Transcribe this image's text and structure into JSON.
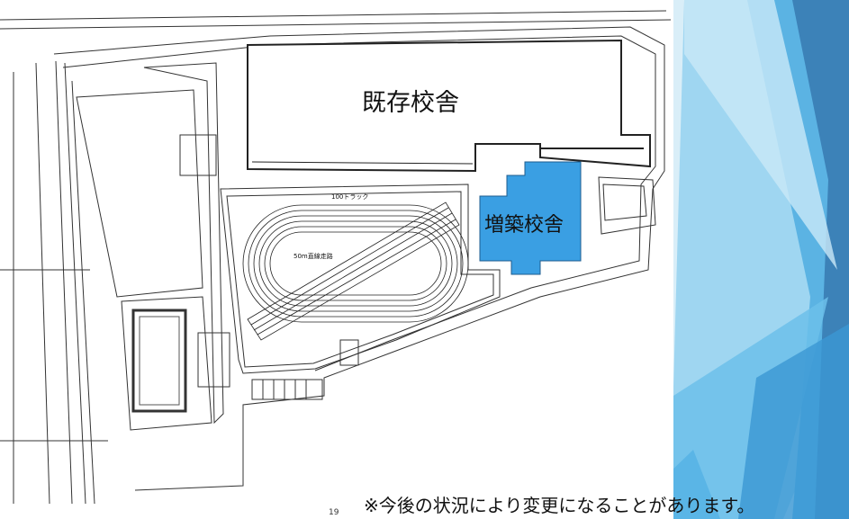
{
  "plan": {
    "existing_building": "既存校舎",
    "new_building": "増築校舎",
    "track_label": "100トラック",
    "straight_label": "50m直線走路",
    "new_building_color": "#3a9fe3"
  },
  "footer": {
    "note": "※今後の状況により変更になることがあります。",
    "page_number": "19"
  },
  "theme": {
    "accent_dark": "#2e6da4",
    "accent_light": "#8fd0f0"
  }
}
